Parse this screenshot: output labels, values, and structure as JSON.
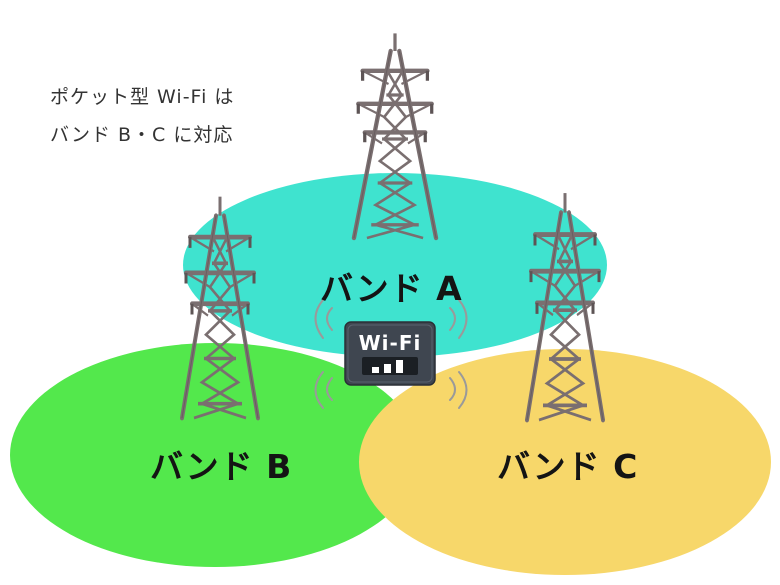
{
  "caption": {
    "line1": "ポケット型 Wi-Fi は",
    "line2": "バンド B・C に対応"
  },
  "bands": {
    "a": {
      "label": "バンド A",
      "color": "#3fe3cf"
    },
    "b": {
      "label": "バンド B",
      "color": "#53e84c"
    },
    "c": {
      "label": "バンド C",
      "color": "#f7d76a"
    }
  },
  "router": {
    "label": "Wi-Fi",
    "body_color": "#3f4650",
    "icon": "wifi-router-icon"
  },
  "towers": {
    "icon": "transmission-tower-icon",
    "color": "#7a6f70"
  }
}
